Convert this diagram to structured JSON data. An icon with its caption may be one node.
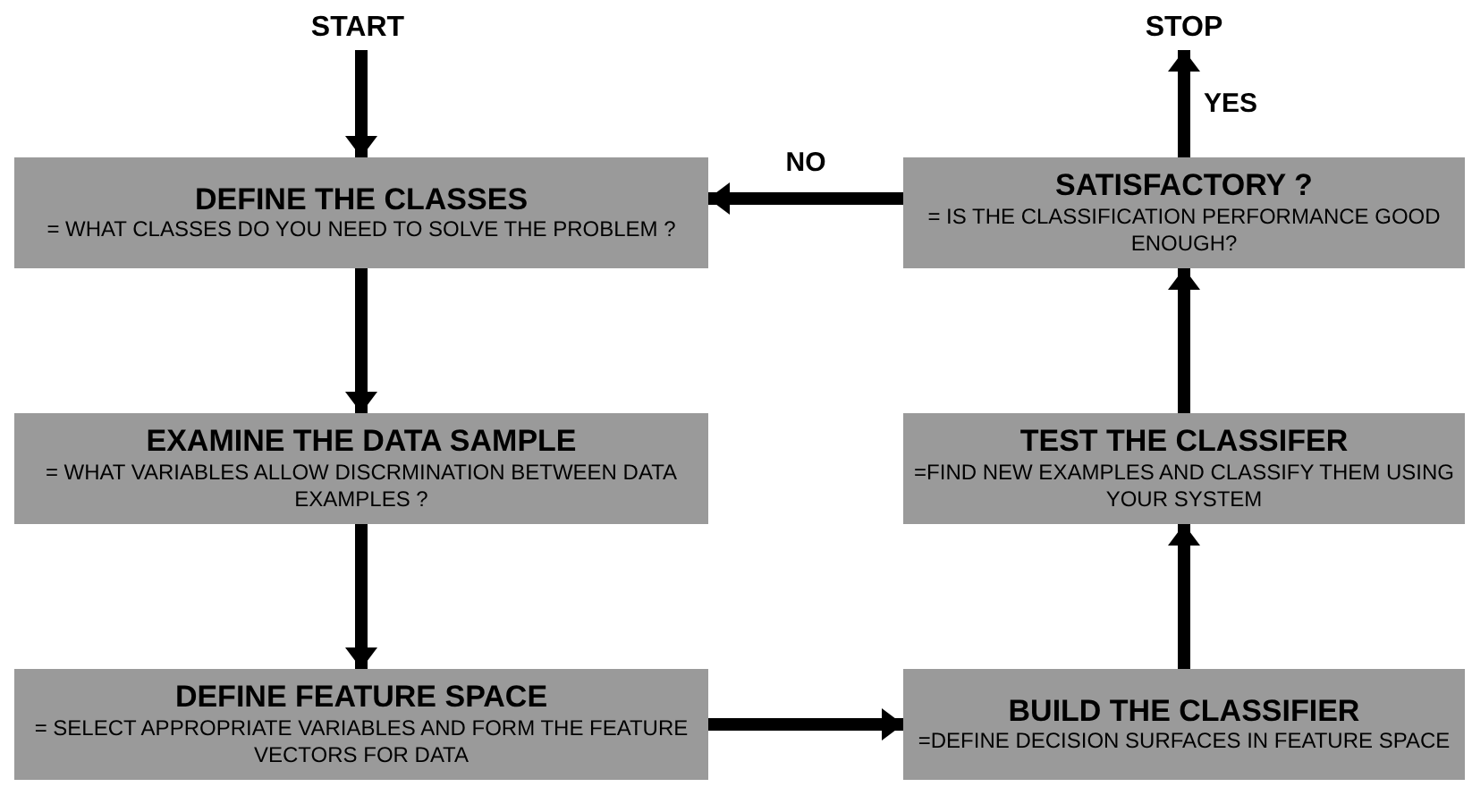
{
  "diagram": {
    "nodes": [
      {
        "text": [
          "START"
        ]
      },
      {
        "text": [
          "DEFINE THE CLASSES",
          "= WHAT CLASSES DO YOU NEED TO SOLVE THE PROBLEM ?"
        ]
      },
      {
        "text": [
          "EXAMINE THE DATA SAMPLE",
          "= WHAT VARIABLES ALLOW DISCRMINATION BETWEEN DATA EXAMPLES ?"
        ]
      },
      {
        "text": [
          "DEFINE FEATURE SPACE",
          "= SELECT APPROPRIATE VARIABLES AND FORM THE FEATURE VECTORS FOR DATA"
        ]
      },
      {
        "text": [
          "BUILD THE CLASSIFIER",
          "=DEFINE DECISION SURFACES IN FEATURE SPACE"
        ]
      },
      {
        "text": [
          "TEST THE CLASSIFER",
          "=FIND NEW EXAMPLES AND CLASSIFY THEM USING YOUR SYSTEM"
        ]
      },
      {
        "text": [
          "SATISFACTORY ?",
          "= IS THE CLASSIFICATION PERFORMANCE GOOD ENOUGH?"
        ]
      },
      {
        "text": [
          "STOP"
        ]
      }
    ],
    "edges": [
      {
        "from": 0,
        "to": 1,
        "arrow": "to"
      },
      {
        "from": 1,
        "to": 2,
        "arrow": "to"
      },
      {
        "from": 2,
        "to": 3,
        "arrow": "to"
      },
      {
        "from": 3,
        "to": 4,
        "arrow": "to"
      },
      {
        "from": 4,
        "to": 5,
        "arrow": "to"
      },
      {
        "from": 5,
        "to": 6,
        "arrow": "to"
      },
      {
        "from": 6,
        "to": 7,
        "arrow": "to",
        "label": "YES"
      },
      {
        "from": 6,
        "to": 1,
        "arrow": "to",
        "label": "NO"
      }
    ]
  }
}
